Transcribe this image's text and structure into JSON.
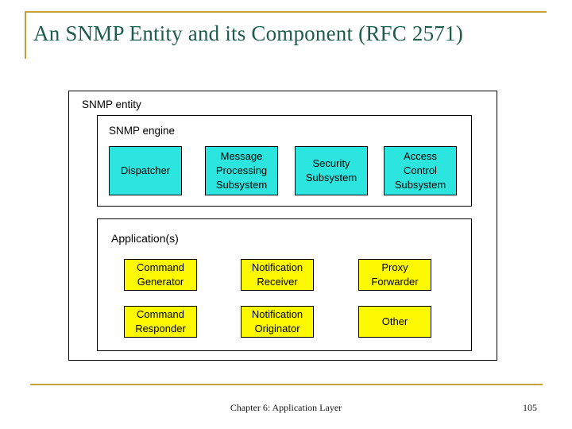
{
  "slide": {
    "title": "An SNMP Entity and its Component (RFC 2571)",
    "footer": "Chapter 6: Application Layer",
    "page_number": "105"
  },
  "diagram": {
    "entity_label": "SNMP entity",
    "engine_label": "SNMP engine",
    "engine_boxes": [
      {
        "label": "Dispatcher"
      },
      {
        "label": "Message Processing Subsystem"
      },
      {
        "label": "Security Subsystem"
      },
      {
        "label": "Access Control Subsystem"
      }
    ],
    "applications_label": "Application(s)",
    "application_boxes": [
      {
        "label": "Command Generator"
      },
      {
        "label": "Notification Receiver"
      },
      {
        "label": "Proxy Forwarder"
      },
      {
        "label": "Command Responder"
      },
      {
        "label": "Notification Originator"
      },
      {
        "label": "Other"
      }
    ]
  },
  "colors": {
    "accent_gold": "#C2A33B",
    "title_green": "#1E5C4B",
    "engine_box_fill": "#2BE5DE",
    "application_box_fill": "#FCF900"
  }
}
